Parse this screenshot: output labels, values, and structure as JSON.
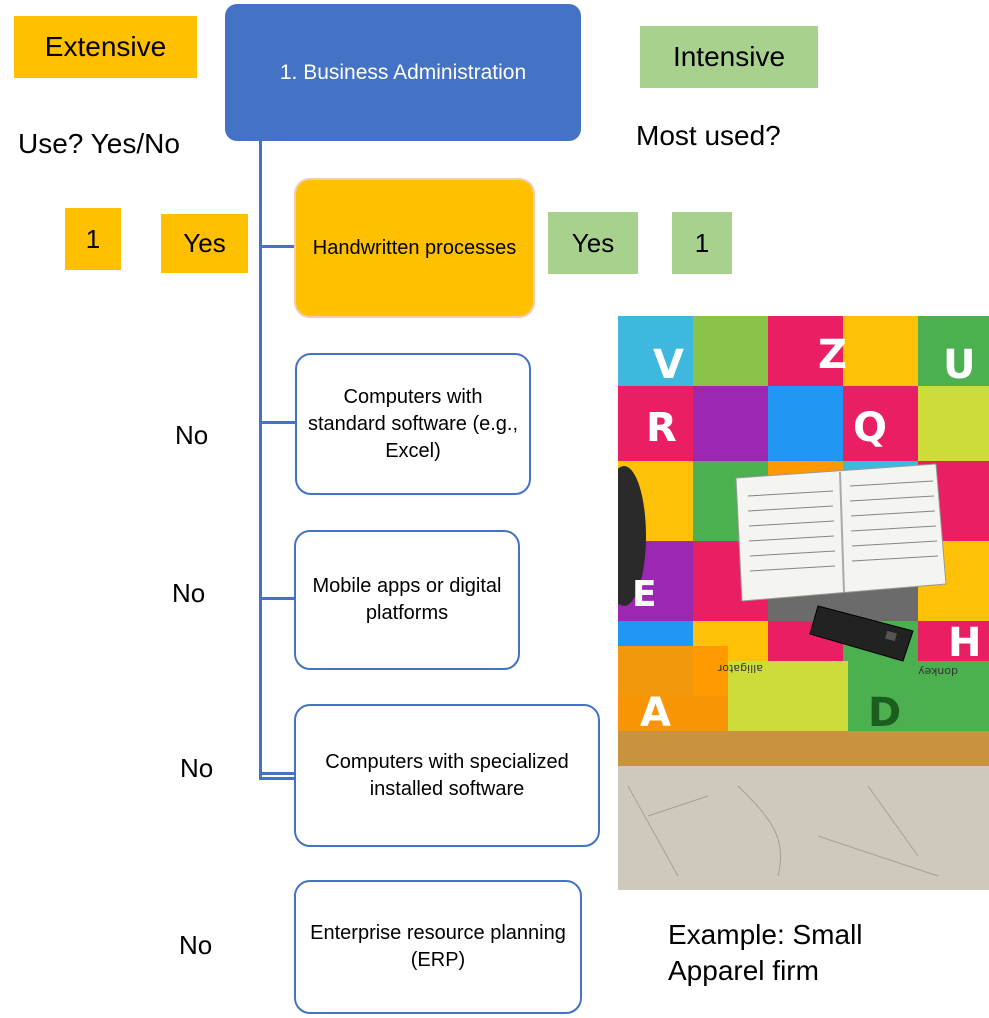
{
  "labels": {
    "extensive": "Extensive",
    "intensive": "Intensive",
    "use_question": "Use? Yes/No",
    "most_used_question": "Most used?"
  },
  "root": {
    "label": "1. Business Administration"
  },
  "rows": [
    {
      "label": "Handwritten processes",
      "use": "Yes",
      "extensive_score": "1",
      "most_used": "Yes",
      "intensive_score": "1"
    },
    {
      "label": "Computers with standard software (e.g., Excel)",
      "use": "No"
    },
    {
      "label": "Mobile apps or digital platforms",
      "use": "No"
    },
    {
      "label": "Computers with specialized installed software",
      "use": "No"
    },
    {
      "label": "Enterprise resource planning (ERP)",
      "use": "No"
    }
  ],
  "photo": {
    "caption": "Example: Small Apparel firm",
    "mat_letters": [
      "Z",
      "U",
      "V",
      "Q",
      "R",
      "E",
      "H",
      "A",
      "D",
      "alligator",
      "donkey"
    ]
  },
  "colors": {
    "extensive_accent": "#FFC000",
    "intensive_accent": "#A9D18E",
    "tree_blue": "#4472C4"
  }
}
